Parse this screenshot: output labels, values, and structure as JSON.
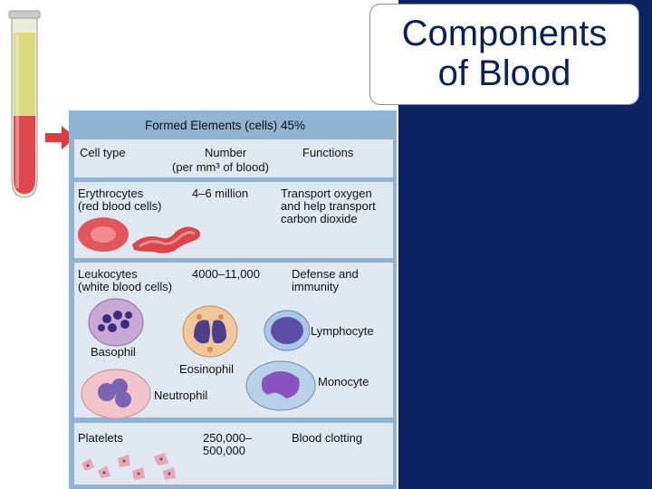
{
  "slide": {
    "title_line1": "Components",
    "title_line2": "of Blood"
  },
  "figure": {
    "header": "Formed Elements (cells) 45%",
    "columns": {
      "cell_type": "Cell type",
      "number_line1": "Number",
      "number_line2": "(per mm³ of blood)",
      "functions": "Functions"
    },
    "erythrocytes": {
      "name_line1": "Erythrocytes",
      "name_line2": "(red blood cells)",
      "number": "4–6 million",
      "function_line1": "Transport oxygen",
      "function_line2": "and help transport",
      "function_line3": "carbon dioxide"
    },
    "leukocytes": {
      "name_line1": "Leukocytes",
      "name_line2": "(white blood cells)",
      "number": "4000–11,000",
      "function_line1": "Defense and",
      "function_line2": "immunity",
      "labels": {
        "basophil": "Basophil",
        "eosinophil": "Eosinophil",
        "neutrophil": "Neutrophil",
        "lymphocyte": "Lymphocyte",
        "monocyte": "Monocyte"
      }
    },
    "platelets": {
      "name": "Platelets",
      "number_line1": "250,000–",
      "number_line2": "500,000",
      "function": "Blood clotting"
    }
  },
  "colors": {
    "navy": "#0c2461",
    "panel_blue": "#8fb3d1",
    "row_fill": "#dfe8f0",
    "arrow_red": "#e03a3a"
  }
}
